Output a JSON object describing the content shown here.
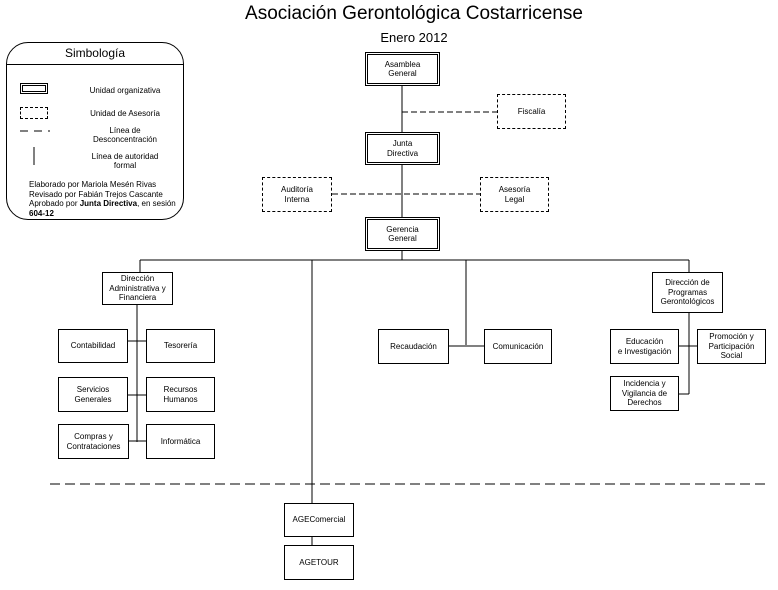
{
  "header": {
    "title": "Asociación Gerontológica Costarricense",
    "date": "Enero 2012"
  },
  "legend": {
    "title": "Simbología",
    "items": [
      {
        "label": "Unidad organizativa"
      },
      {
        "label": "Unidad de Asesoría"
      },
      {
        "label": "Línea de\nDesconcentración"
      },
      {
        "label": "Línea de autoridad\nformal"
      }
    ],
    "credits": {
      "prepared": "Elaborado por Mariola Mesén Rivas",
      "reviewed": "Revisado por Fabián Trejos Cascante",
      "approved_prefix": "Aprobado por ",
      "approved_body": "Junta Directiva",
      "approved_suffix": ", en sesión",
      "session": "604-12"
    }
  },
  "units": {
    "asamblea": "Asamblea\nGeneral",
    "fiscalia": "Fiscalía",
    "junta": "Junta\nDirectiva",
    "auditoria": "Auditoría\nInterna",
    "asesoria": "Asesoría\nLegal",
    "gerencia": "Gerencia\nGeneral",
    "dir_admin": "Dirección\nAdministrativa y\nFinanciera",
    "contabilidad": "Contabilidad",
    "tesoreria": "Tesorería",
    "servicios": "Servicios\nGenerales",
    "rrhh": "Recursos\nHumanos",
    "compras": "Compras y\nContrataciones",
    "informatica": "Informática",
    "recaudacion": "Recaudación",
    "comunicacion": "Comunicación",
    "dir_programas": "Dirección de\nProgramas\nGerontológicos",
    "educacion": "Educación\ne Investigación",
    "promocion": "Promoción y\nParticipación\nSocial",
    "incidencia": "Incidencia y\nVigilancia de\nDerechos",
    "agecomercial": "AGEComercial",
    "agetour": "AGETOUR"
  }
}
